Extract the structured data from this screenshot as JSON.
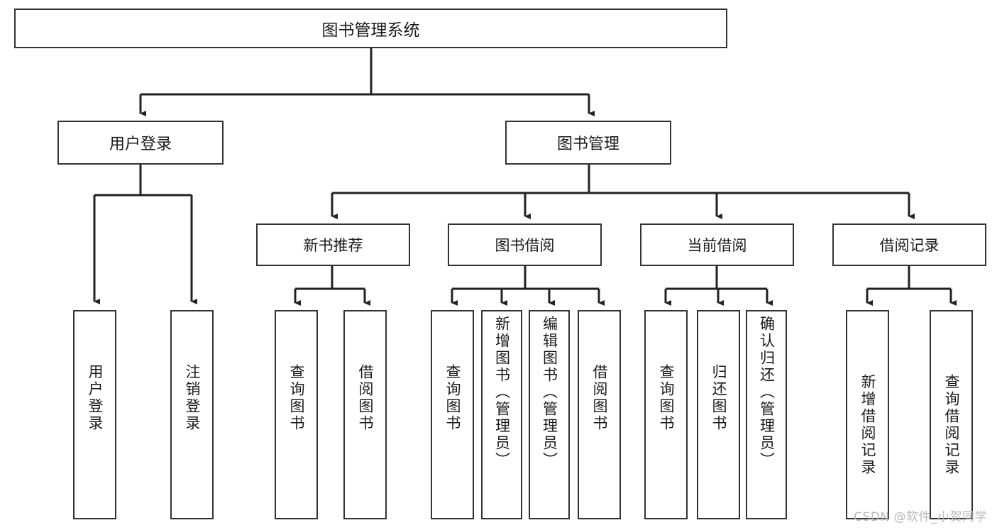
{
  "diagram": {
    "title": "图书管理系统",
    "type": "tree-structure-chart",
    "colors": {
      "box_border": "#333333",
      "box_fill": "#ffffff",
      "connector": "#222222",
      "text": "#1a1a1a",
      "watermark": "#b9b9b9"
    },
    "root": {
      "label": "图书管理系统"
    },
    "level1": [
      {
        "id": "user-login",
        "label": "用户登录"
      },
      {
        "id": "book-management",
        "label": "图书管理"
      }
    ],
    "level2": [
      {
        "id": "new-book-recommend",
        "label": "新书推荐"
      },
      {
        "id": "book-borrow",
        "label": "图书借阅"
      },
      {
        "id": "current-borrow",
        "label": "当前借阅"
      },
      {
        "id": "borrow-record",
        "label": "借阅记录"
      }
    ],
    "leaves": {
      "user_login": [
        {
          "id": "leaf-user-login",
          "label": "用户登录"
        },
        {
          "id": "leaf-logout",
          "label": "注销登录"
        }
      ],
      "new_book_recommend": [
        {
          "id": "leaf-query-book-1",
          "label": "查询图书"
        },
        {
          "id": "leaf-borrow-book-1",
          "label": "借阅图书"
        }
      ],
      "book_borrow": [
        {
          "id": "leaf-query-book-2",
          "label": "查询图书"
        },
        {
          "id": "leaf-add-book",
          "label": "新增图书（管理员）"
        },
        {
          "id": "leaf-edit-book",
          "label": "编辑图书（管理员）"
        },
        {
          "id": "leaf-borrow-book-2",
          "label": "借阅图书"
        }
      ],
      "current_borrow": [
        {
          "id": "leaf-query-book-3",
          "label": "查询图书"
        },
        {
          "id": "leaf-return-book",
          "label": "归还图书"
        },
        {
          "id": "leaf-confirm-return",
          "label": "确认归还（管理员）"
        }
      ],
      "borrow_record": [
        {
          "id": "leaf-add-record",
          "label": "新增借阅记录"
        },
        {
          "id": "leaf-query-record",
          "label": "查询借阅记录"
        }
      ]
    },
    "watermark": "CSDN @软件_小贺同学"
  }
}
